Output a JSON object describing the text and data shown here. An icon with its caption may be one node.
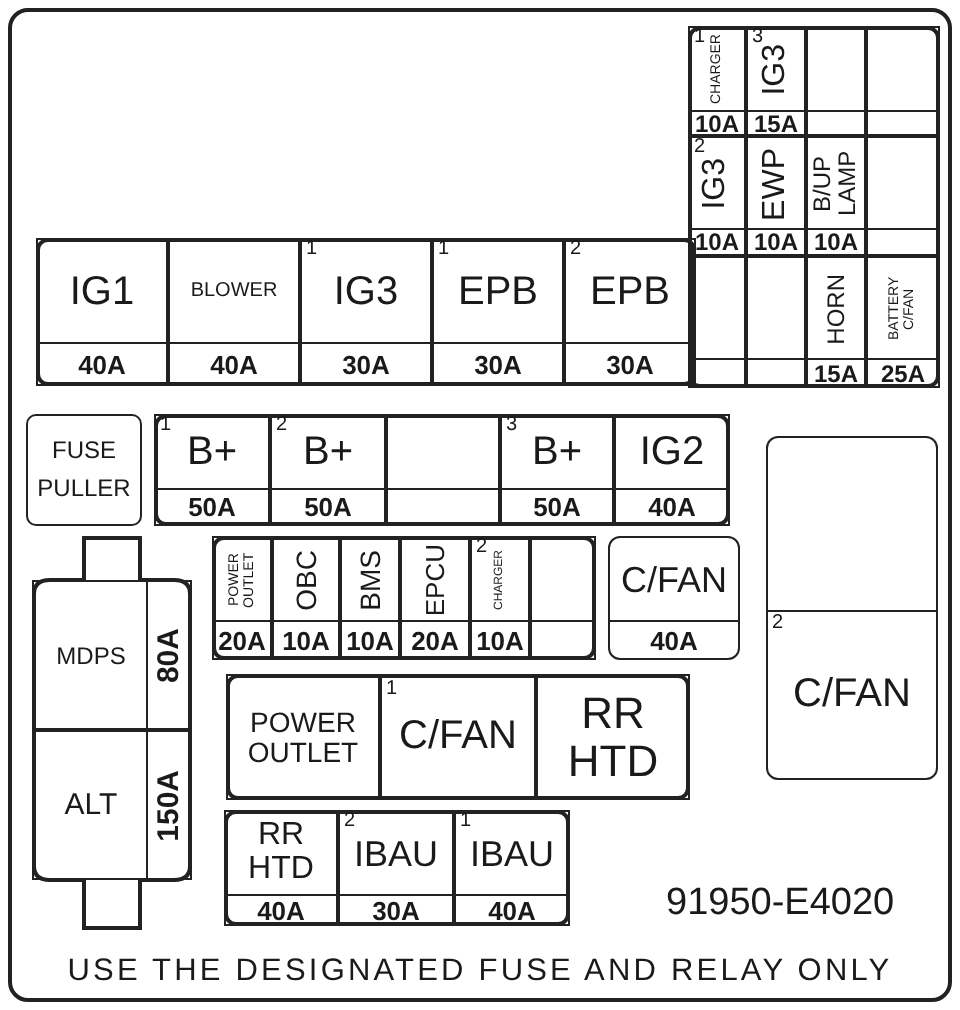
{
  "diagram": {
    "nodes": [
      {
        "text": [],
        "shape": "box"
      },
      {
        "text": [
          "1",
          "CHARGER",
          "10A"
        ],
        "in": 0
      },
      {
        "text": [
          "3",
          "IG3",
          "15A"
        ],
        "in": 0
      },
      {
        "text": [],
        "shape": "box",
        "in": 0
      },
      {
        "text": [],
        "shape": "box",
        "in": 0
      },
      {
        "text": [
          "2",
          "IG3",
          "10A"
        ],
        "in": 0
      },
      {
        "text": [
          "EWP",
          "10A"
        ],
        "in": 0
      },
      {
        "text": [
          "B/UP LAMP",
          "10A"
        ],
        "in": 0
      },
      {
        "text": [],
        "shape": "box",
        "in": 0
      },
      {
        "text": [],
        "shape": "box",
        "in": 0
      },
      {
        "text": [],
        "shape": "box",
        "in": 0
      },
      {
        "text": [
          "HORN",
          "15A"
        ],
        "in": 0
      },
      {
        "text": [
          "BATTERY C/FAN",
          "25A"
        ],
        "in": 0
      },
      {
        "text": [],
        "shape": "box"
      },
      {
        "text": [
          "IG1",
          "40A"
        ],
        "in": 13
      },
      {
        "text": [
          "BLOWER",
          "40A"
        ],
        "in": 13
      },
      {
        "text": [
          "1",
          "IG3",
          "30A"
        ],
        "in": 13
      },
      {
        "text": [
          "1",
          "EPB",
          "30A"
        ],
        "in": 13
      },
      {
        "text": [
          "2",
          "EPB",
          "30A"
        ],
        "in": 13
      },
      {
        "text": [
          "FUSE PULLER"
        ]
      },
      {
        "text": [],
        "shape": "box"
      },
      {
        "text": [
          "1",
          "B+",
          "50A"
        ],
        "in": 20
      },
      {
        "text": [
          "2",
          "B+",
          "50A"
        ],
        "in": 20
      },
      {
        "text": [],
        "shape": "box",
        "in": 20
      },
      {
        "text": [
          "3",
          "B+",
          "50A"
        ],
        "in": 20
      },
      {
        "text": [
          "IG2",
          "40A"
        ],
        "in": 20
      },
      {
        "text": [],
        "shape": "box"
      },
      {
        "text": [
          "POWER OUTLET",
          "20A"
        ],
        "in": 26
      },
      {
        "text": [
          "OBC",
          "10A"
        ],
        "in": 26
      },
      {
        "text": [
          "BMS",
          "10A"
        ],
        "in": 26
      },
      {
        "text": [
          "EPCU",
          "20A"
        ],
        "in": 26
      },
      {
        "text": [
          "2",
          "CHARGER",
          "10A"
        ],
        "in": 26
      },
      {
        "text": [],
        "shape": "box",
        "in": 26
      },
      {
        "text": [
          "C/FAN",
          "40A"
        ]
      },
      {
        "text": [
          "2",
          "C/FAN"
        ]
      },
      {
        "text": [],
        "shape": "box"
      },
      {
        "text": [
          "MDPS",
          "80A"
        ],
        "in": 35
      },
      {
        "text": [
          "ALT",
          "150A"
        ],
        "in": 35
      },
      {
        "text": [],
        "shape": "box"
      },
      {
        "text": [
          "POWER OUTLET"
        ],
        "in": 38
      },
      {
        "text": [
          "1",
          "C/FAN"
        ],
        "in": 38
      },
      {
        "text": [
          "RR HTD"
        ],
        "in": 38
      },
      {
        "text": [],
        "shape": "box"
      },
      {
        "text": [
          "RR HTD",
          "40A"
        ],
        "in": 42
      },
      {
        "text": [
          "2",
          "IBAU",
          "30A"
        ],
        "in": 42
      },
      {
        "text": [
          "1",
          "IBAU",
          "40A"
        ],
        "in": 42
      }
    ],
    "labels": [
      "91950-E4020",
      "USE THE DESIGNATED FUSE AND RELAY ONLY"
    ]
  }
}
